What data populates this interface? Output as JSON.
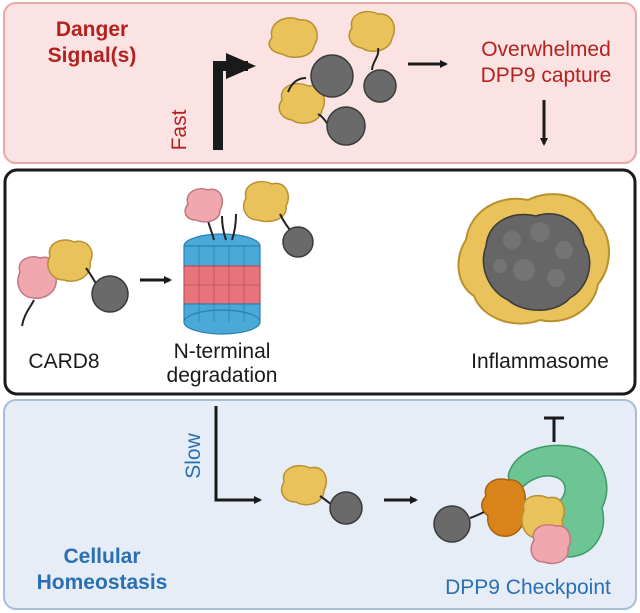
{
  "top_panel": {
    "title_line1": "Danger",
    "title_line2": "Signal(s)",
    "speed_label": "Fast",
    "outcome_line1": "Overwhelmed",
    "outcome_line2": "DPP9 capture"
  },
  "middle_panel": {
    "card8_label": "CARD8",
    "degradation_line1": "N-terminal",
    "degradation_line2": "degradation",
    "inflammasome_label": "Inflammasome"
  },
  "bottom_panel": {
    "title_line1": "Cellular",
    "title_line2": "Homeostasis",
    "speed_label": "Slow",
    "checkpoint_label": "DPP9 Checkpoint"
  },
  "colors": {
    "danger_panel_fill": "#fbe3e3",
    "danger_panel_stroke": "#e7a8a8",
    "homeostasis_panel_fill": "#e6edf6",
    "homeostasis_panel_stroke": "#a9bdd9",
    "red_text": "#b4221f",
    "blue_text": "#2a6fb3",
    "yellow_domain": "#e9c25b",
    "pink_domain": "#f0a8ae",
    "gray_domain": "#6a6a6a",
    "proteasome_blue": "#4aa9d8",
    "proteasome_red": "#e8737b",
    "dpp9_green": "#6cc593",
    "orange_domain": "#d9841a"
  }
}
